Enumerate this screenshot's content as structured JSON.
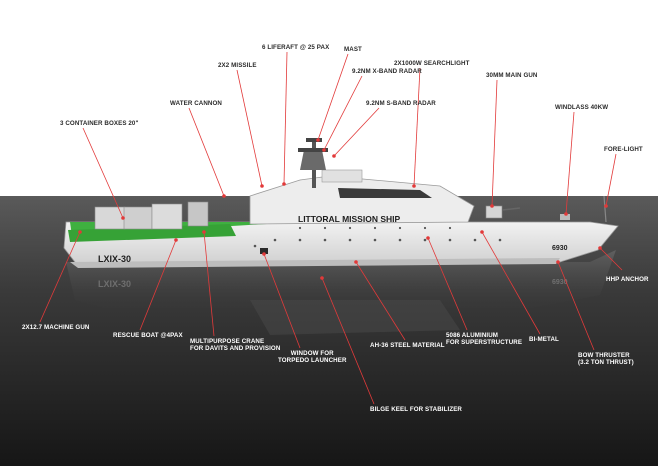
{
  "ship": {
    "name": "LITTORAL MISSION SHIP",
    "hull_stern": "LXIX-30",
    "hull_bow": "6930"
  },
  "labels": {
    "liferaft": "6 LIFERAFT @ 25 PAX",
    "mast": "MAST",
    "searchlight": "2x1000W SEARCHLIGHT",
    "missile": "2x2 MISSILE",
    "xband": "9.2NM X-BAND RADAR",
    "maingun": "30mm MAIN GUN",
    "sband": "9.2NM S-BAND RADAR",
    "watercannon": "WATER CANNON",
    "windlass": "WINDLASS 40KW",
    "containers": "3 CONTAINER BOXES 20\"",
    "forelight": "FORE-LIGHT",
    "hhp_anchor": "HHP ANCHOR",
    "mgun": "2x12.7 MACHINE GUN",
    "rescueboat": "RESCUE BOAT @4PAX",
    "crane1": "MULTIPURPOSE CRANE",
    "crane2": "FOR DAVITS AND PROVISION",
    "torp1": "WINDOW FOR",
    "torp2": "TORPEDO LAUNCHER",
    "steel": "AH-36 STEEL MATERIAL",
    "alu1": "5086 ALUMINIUM",
    "alu2": "FOR SUPERSTRUCTURE",
    "bimetal": "BI-METAL",
    "bow1": "BOW THRUSTER",
    "bow2": "(3.2 TON THRUST)",
    "bilge": "BILGE KEEL FOR STABILIZER"
  },
  "colors": {
    "background": "#ffffff",
    "water": "#2b2b2b",
    "hull": "#e7e7e7",
    "deck_green": "#3fb040",
    "leader": "#e23a3a",
    "label_top": "#2a2a2a",
    "label_bottom": "#ffffff"
  }
}
